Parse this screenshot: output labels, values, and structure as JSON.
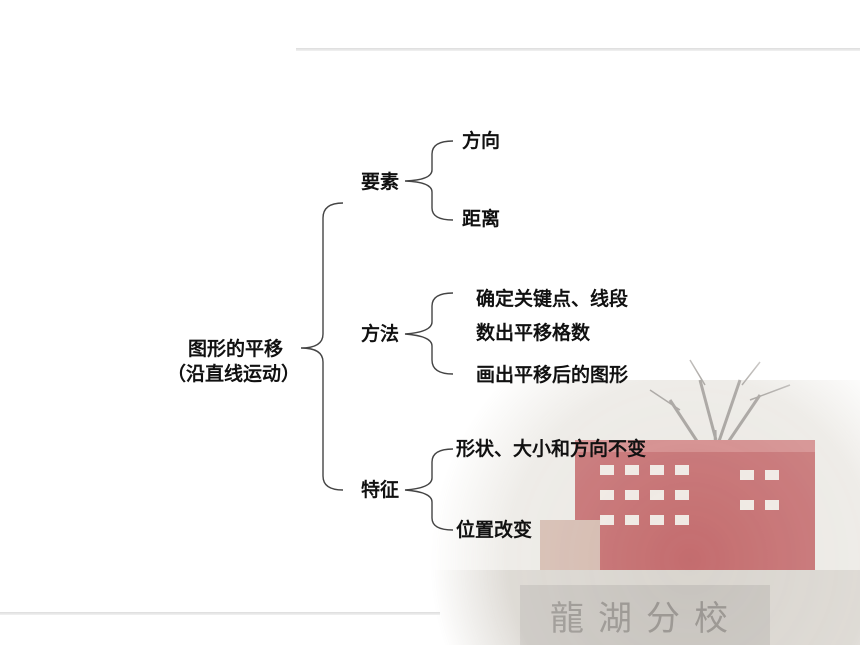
{
  "root": {
    "line1": "图形的平移",
    "line2": "（沿直线运动）"
  },
  "branches": [
    {
      "label": "要素",
      "children": [
        "方向",
        "距离"
      ]
    },
    {
      "label": "方法",
      "children": [
        "确定关键点、线段",
        "数出平移格数",
        "画出平移后的图形"
      ]
    },
    {
      "label": "特征",
      "children": [
        "形状、大小和方向不变",
        "位置改变"
      ]
    }
  ],
  "watermark": "龍湖分校",
  "colors": {
    "text": "#111111",
    "line": "#444444",
    "building": "#b5484a"
  }
}
